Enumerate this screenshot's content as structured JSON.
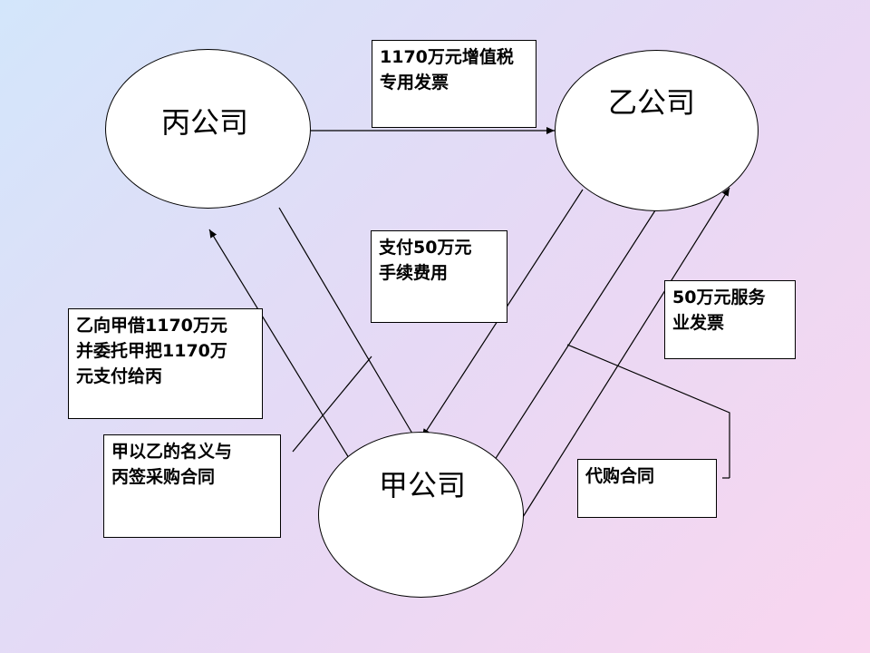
{
  "nodes": {
    "bing": "丙公司",
    "yi": "乙公司",
    "jia": "甲公司"
  },
  "notes": {
    "invoice_vat": [
      "1170万元增值税",
      "专用发票"
    ],
    "fee_payment": [
      "支付50万元",
      "手续费用"
    ],
    "service_invoice": [
      "50万元服务",
      "业发票"
    ],
    "loan": [
      "乙向甲借1170万元",
      "并委托甲把1170万",
      "元支付给丙"
    ],
    "purchase_contract": [
      "甲以乙的名义与",
      "丙签采购合同"
    ],
    "agency_contract": [
      "代购合同"
    ]
  }
}
